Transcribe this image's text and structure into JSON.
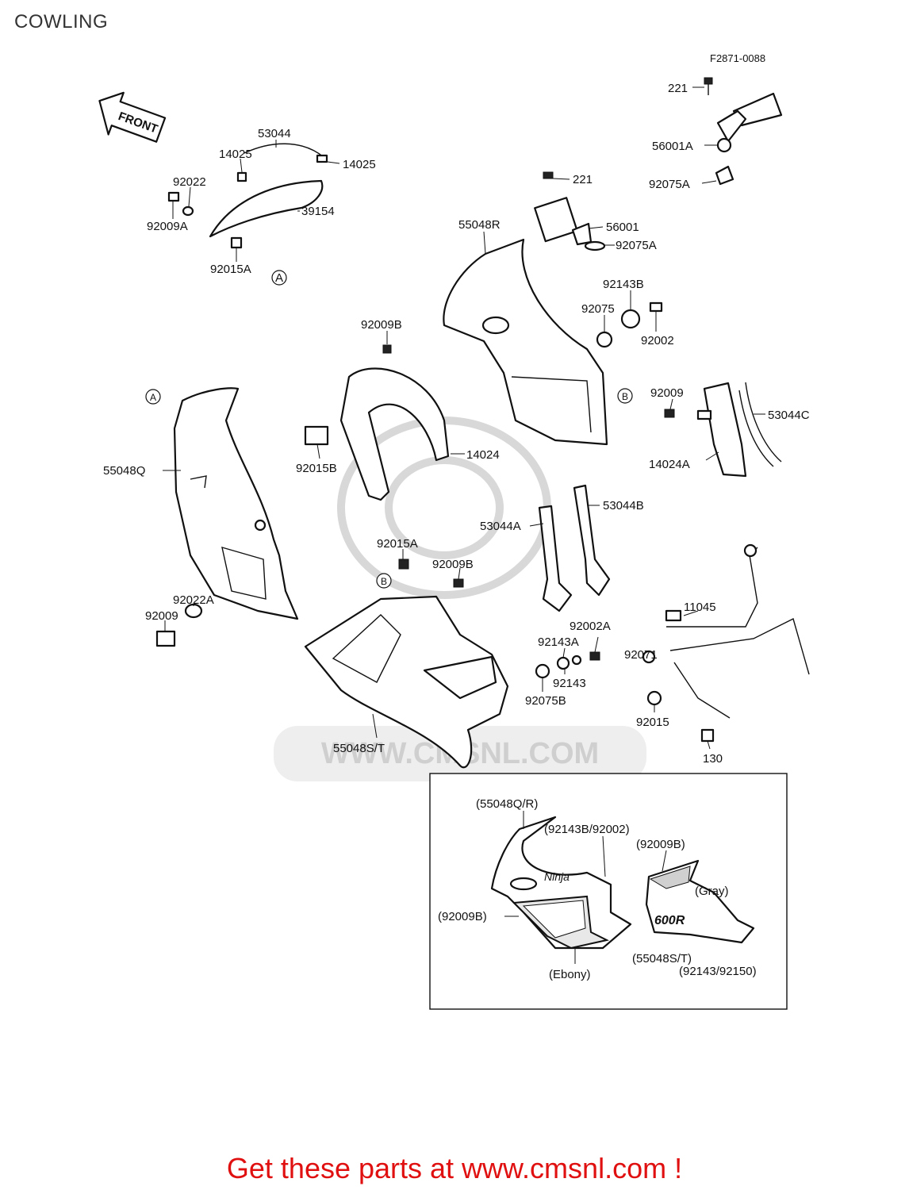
{
  "page": {
    "title": "COWLING",
    "call_to_action": "Get these parts at www.cmsnl.com !"
  },
  "diagram": {
    "figure_code": "F2871-0088",
    "front_arrow": "FRONT",
    "watermark": "WWW.CMSNL.COM",
    "callout_a": "A",
    "callout_b": "B",
    "parts": [
      {
        "id": "p221a",
        "label": "221"
      },
      {
        "id": "p56001a",
        "label": "56001A"
      },
      {
        "id": "p92075a_top",
        "label": "92075A"
      },
      {
        "id": "p53044",
        "label": "53044"
      },
      {
        "id": "p14025_l",
        "label": "14025"
      },
      {
        "id": "p14025_r",
        "label": "14025"
      },
      {
        "id": "p92022",
        "label": "92022"
      },
      {
        "id": "p39154",
        "label": "39154"
      },
      {
        "id": "p92009a",
        "label": "92009A"
      },
      {
        "id": "p92015a_top",
        "label": "92015A"
      },
      {
        "id": "p221b",
        "label": "221"
      },
      {
        "id": "p55048r",
        "label": "55048R"
      },
      {
        "id": "p56001",
        "label": "56001"
      },
      {
        "id": "p92075a_mid",
        "label": "92075A"
      },
      {
        "id": "p92143b",
        "label": "92143B"
      },
      {
        "id": "p92075",
        "label": "92075"
      },
      {
        "id": "p92002",
        "label": "92002"
      },
      {
        "id": "p92009b_top",
        "label": "92009B"
      },
      {
        "id": "p92009_r",
        "label": "92009"
      },
      {
        "id": "p53044c",
        "label": "53044C"
      },
      {
        "id": "p14024a",
        "label": "14024A"
      },
      {
        "id": "p14024",
        "label": "14024"
      },
      {
        "id": "p92015b",
        "label": "92015B"
      },
      {
        "id": "p55048q",
        "label": "55048Q"
      },
      {
        "id": "p53044b",
        "label": "53044B"
      },
      {
        "id": "p53044a",
        "label": "53044A"
      },
      {
        "id": "p92015a_mid",
        "label": "92015A"
      },
      {
        "id": "p92009b_mid",
        "label": "92009B"
      },
      {
        "id": "p92022a",
        "label": "92022A"
      },
      {
        "id": "p92009_l",
        "label": "92009"
      },
      {
        "id": "p11045",
        "label": "11045"
      },
      {
        "id": "p92002a",
        "label": "92002A"
      },
      {
        "id": "p92143a",
        "label": "92143A"
      },
      {
        "id": "p92071",
        "label": "92071"
      },
      {
        "id": "p92143",
        "label": "92143"
      },
      {
        "id": "p92075b",
        "label": "92075B"
      },
      {
        "id": "p92015",
        "label": "92015"
      },
      {
        "id": "p130",
        "label": "130"
      },
      {
        "id": "p55048st",
        "label": "55048S/T"
      }
    ],
    "inset": {
      "labels": [
        {
          "id": "i1",
          "label": "(55048Q/R)"
        },
        {
          "id": "i2",
          "label": "(92143B/92002)"
        },
        {
          "id": "i3",
          "label": "(92009B)"
        },
        {
          "id": "i4",
          "label": "(Gray)"
        },
        {
          "id": "i5",
          "label": "(92009B)"
        },
        {
          "id": "i6",
          "label": "(55048S/T)"
        },
        {
          "id": "i7",
          "label": "(92143/92150)"
        },
        {
          "id": "i8",
          "label": "(Ebony)"
        }
      ],
      "decal_ninja": "Ninja",
      "decal_model": "600R"
    }
  }
}
